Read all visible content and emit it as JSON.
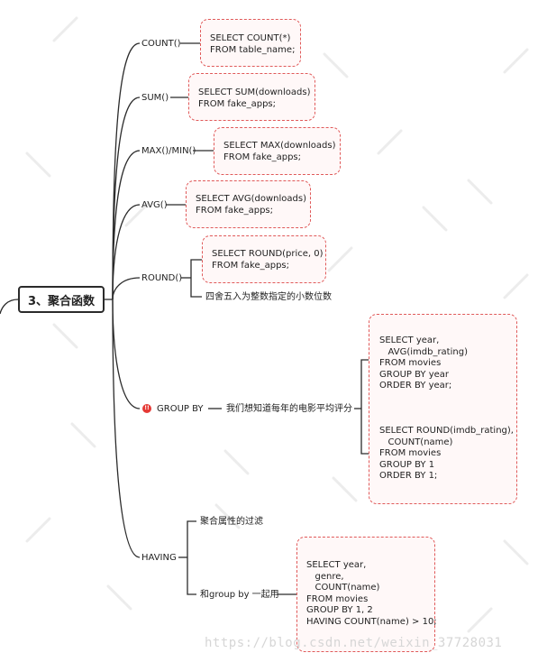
{
  "root": {
    "title": "3、聚合函数"
  },
  "branches": {
    "count": {
      "label": "COUNT()",
      "code": "SELECT COUNT(*)\nFROM table_name;"
    },
    "sum": {
      "label": "SUM()",
      "code": "SELECT SUM(downloads)\nFROM fake_apps;"
    },
    "maxmin": {
      "label": "MAX()/MIN()",
      "code": "SELECT MAX(downloads)\nFROM fake_apps;"
    },
    "avg": {
      "label": "AVG()",
      "code": "SELECT AVG(downloads)\nFROM fake_apps;"
    },
    "round": {
      "label": "ROUND()",
      "code": "SELECT ROUND(price, 0)\nFROM fake_apps;",
      "note": "四舍五入为整数指定的小数位数"
    },
    "groupby": {
      "badge": "!!",
      "label": "GROUP BY",
      "note": "我们想知道每年的电影平均评分",
      "code": "SELECT year,\n   AVG(imdb_rating)\nFROM movies\nGROUP BY year\nORDER BY year;\n\n\n\nSELECT ROUND(imdb_rating),\n   COUNT(name)\nFROM movies\nGROUP BY 1\nORDER BY 1;"
    },
    "having": {
      "label": "HAVING",
      "sub1": "聚合属性的过滤",
      "sub2": "和group by 一起用",
      "code": "SELECT year,\n   genre,\n   COUNT(name)\nFROM movies\nGROUP BY 1, 2\nHAVING COUNT(name) > 10;"
    }
  },
  "watermark": "https://blog.csdn.net/weixin_37728031",
  "colors": {
    "dash_border": "#e05a5a",
    "box_fill": "#fff8f8",
    "badge": "#e53935",
    "line": "#2b2b2b"
  }
}
